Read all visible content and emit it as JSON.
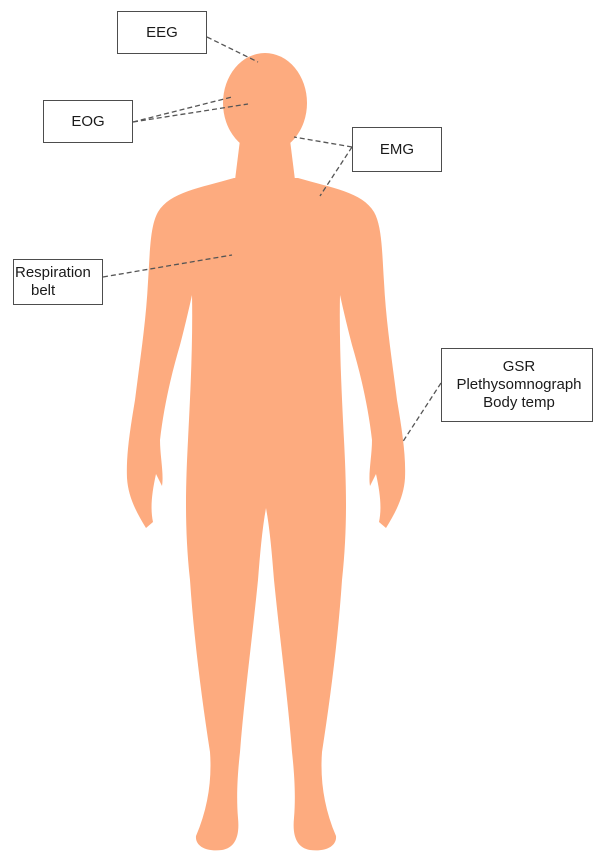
{
  "colors": {
    "body_fill": "#FDAB7F",
    "box_border": "#4d4d4d",
    "leader_line": "#555555"
  },
  "labels": {
    "eeg": "EEG",
    "eog": "EOG",
    "emg": "EMG",
    "respiration": [
      "Respiration",
      "belt"
    ],
    "gsr": [
      "GSR",
      "Plethysomnograph",
      "Body temp"
    ]
  }
}
